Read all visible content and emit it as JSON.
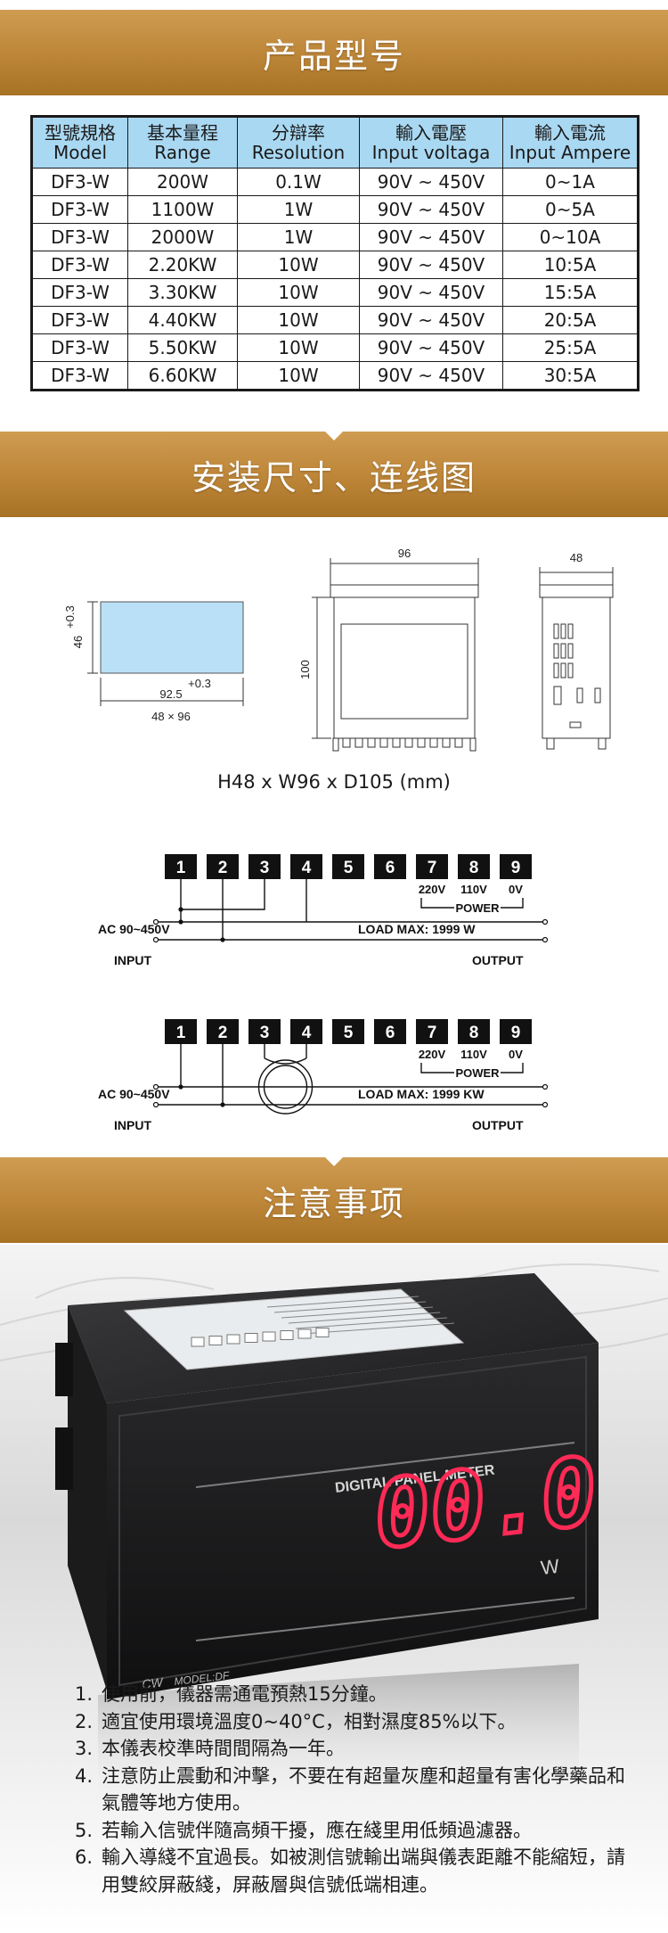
{
  "sections": {
    "model_title": "产品型号",
    "install_title": "安装尺寸、连线图",
    "notes_title": "注意事项"
  },
  "spec_table": {
    "headers": [
      {
        "zh": "型號規格",
        "en": "Model"
      },
      {
        "zh": "基本量程",
        "en": "Range"
      },
      {
        "zh": "分辯率",
        "en": "Resolution"
      },
      {
        "zh": "輸入電壓",
        "en": "Input voltaga"
      },
      {
        "zh": "輸入電流",
        "en": "Input Ampere"
      }
    ],
    "rows": [
      [
        "DF3-W",
        "200W",
        "0.1W",
        "90V ~ 450V",
        "0~1A"
      ],
      [
        "DF3-W",
        "1100W",
        "1W",
        "90V ~ 450V",
        "0~5A"
      ],
      [
        "DF3-W",
        "2000W",
        "1W",
        "90V ~ 450V",
        "0~10A"
      ],
      [
        "DF3-W",
        "2.20KW",
        "10W",
        "90V ~ 450V",
        "10:5A"
      ],
      [
        "DF3-W",
        "3.30KW",
        "10W",
        "90V ~ 450V",
        "15:5A"
      ],
      [
        "DF3-W",
        "4.40KW",
        "10W",
        "90V ~ 450V",
        "20:5A"
      ],
      [
        "DF3-W",
        "5.50KW",
        "10W",
        "90V ~ 450V",
        "25:5A"
      ],
      [
        "DF3-W",
        "6.60KW",
        "10W",
        "90V ~ 450V",
        "30:5A"
      ]
    ]
  },
  "dimensions": {
    "cutout_h": "46",
    "cutout_h_tol": "+0.3",
    "cutout_w": "92.5",
    "cutout_w_tol": "+0.3",
    "cutout_label": "48 × 96",
    "front_w": "96",
    "front_h": "100",
    "side_w": "48",
    "caption": "H48 x W96 x D105 (mm)"
  },
  "wiring": {
    "terminals": [
      "1",
      "2",
      "3",
      "4",
      "5",
      "6",
      "7",
      "8",
      "9"
    ],
    "v220": "220V",
    "v110": "110V",
    "v0": "0V",
    "power": "POWER",
    "ac_label": "AC 90~450V",
    "input": "INPUT",
    "output": "OUTPUT",
    "load_w": "LOAD  MAX: 1999 W",
    "load_kw": "LOAD  MAX: 1999 KW"
  },
  "device": {
    "panel_label": "DIGITAL PANEL METER",
    "reading": "00.0",
    "unit": "W",
    "brand": "CW",
    "model": "MODEL:DF"
  },
  "notes": [
    {
      "num": "1.",
      "text": "使用前，儀器需通電預熱15分鐘。"
    },
    {
      "num": "2.",
      "text": "適宜使用環境溫度0~40°C，相對濕度85%以下。"
    },
    {
      "num": "3.",
      "text": "本儀表校準時間間隔為一年。"
    },
    {
      "num": "4.",
      "text": "注意防止震動和沖擊，不要在有超量灰塵和超量有害化學藥品和氣體等地方使用。"
    },
    {
      "num": "5.",
      "text": "若輸入信號伴隨高頻干擾，應在綫里用低頻過濾器。"
    },
    {
      "num": "6.",
      "text": "輸入導綫不宜過長。如被測信號輸出端與儀表距離不能縮短，請用雙絞屏蔽綫，屏蔽層與信號低端相連。"
    }
  ],
  "colors": {
    "banner_gold": "#c0893c",
    "table_header": "#a9d8f2",
    "cutout_fill": "#b9e0f6",
    "led_red": "#ff2a55"
  }
}
